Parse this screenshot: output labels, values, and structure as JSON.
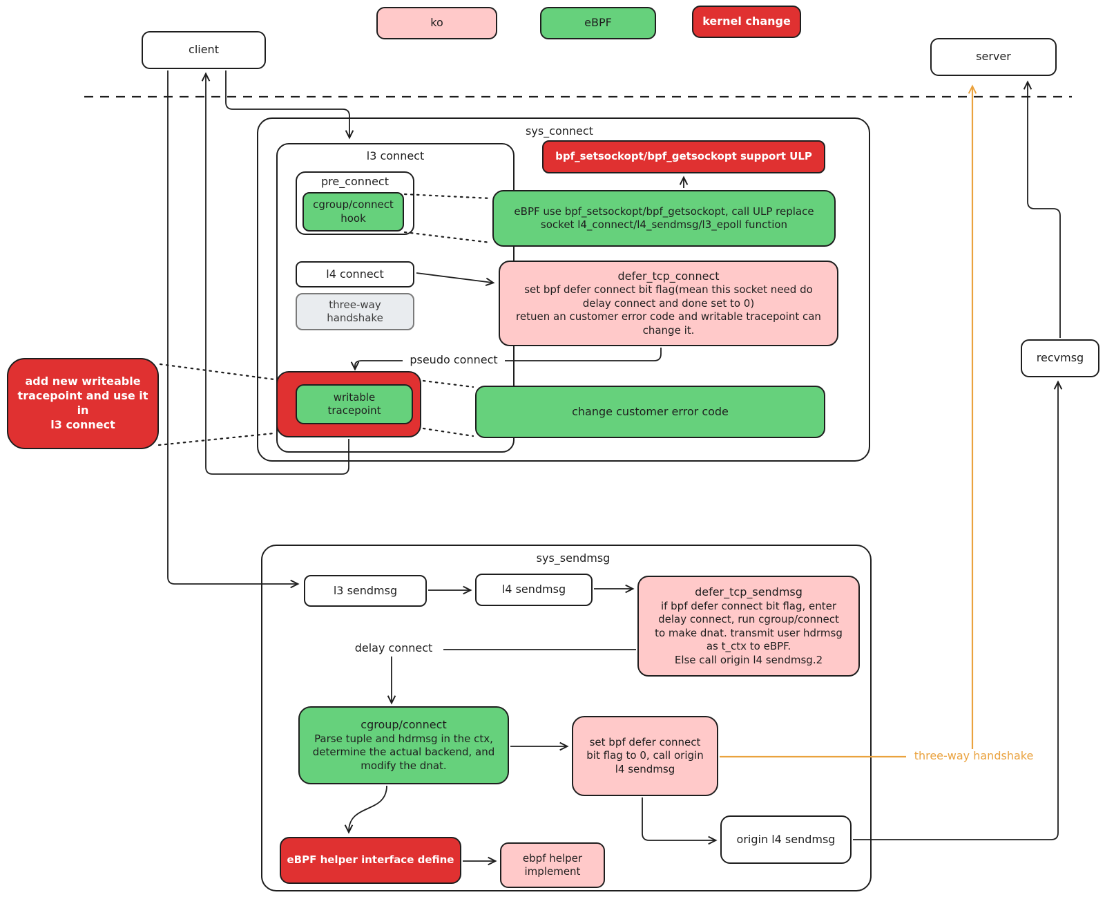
{
  "colors": {
    "ink": "#1e1e1e",
    "pink": "#ffc9c9",
    "green": "#66d17c",
    "red": "#e03131",
    "gray": "#e9ecef",
    "orange": "#eaa23e"
  },
  "legend": {
    "items": [
      {
        "label": "ko"
      },
      {
        "label": "eBPF"
      },
      {
        "label": "kernel change"
      }
    ]
  },
  "nodes": {
    "client": "client",
    "server": "server",
    "recvmsg": "recvmsg"
  },
  "sys_connect": {
    "title": "sys_connect",
    "l3_connect_title": "l3 connect",
    "pre_connect_title": "pre_connect",
    "cgroup_connect_hook": "cgroup/connect\nhook",
    "l4_connect": "l4 connect",
    "three_way_handshake": "three-way\nhandshake",
    "writable_tracepoint": "writable\ntracepoint",
    "bpf_sockopt_support": "bpf_setsockopt/bpf_getsockopt support ULP",
    "ebpf_use_note": "eBPF use bpf_setsockopt/bpf_getsockopt, call ULP replace\nsocket l4_connect/l4_sendmsg/l3_epoll function",
    "defer_tcp_connect_title": "defer_tcp_connect",
    "defer_tcp_connect_body": "set bpf defer connect bit flag(mean this socket need do\ndelay connect and done set to 0)\nretuen an customer error code and writable tracepoint can\nchange it.",
    "pseudo_connect_label": "pseudo connect",
    "change_customer_error": "change customer error code"
  },
  "annotation": {
    "add_writeable": "add new writeable\ntracepoint and use it in\nl3 connect",
    "three_way_handshake_label": "three-way handshake"
  },
  "sys_sendmsg": {
    "title": "sys_sendmsg",
    "l3_sendmsg": "l3 sendmsg",
    "l4_sendmsg": "l4 sendmsg",
    "defer_tcp_sendmsg_title": "defer_tcp_sendmsg",
    "defer_tcp_sendmsg_body": "if bpf defer connect bit flag, enter\ndelay connect, run cgroup/connect\nto make dnat. transmit user hdrmsg\nas t_ctx to eBPF.\nElse call origin l4 sendmsg.2",
    "delay_connect_label": "delay connect",
    "cgroup_connect_title": "cgroup/connect",
    "cgroup_connect_body": "Parse tuple and hdrmsg in the ctx,\ndetermine the actual backend, and\nmodify the dnat.",
    "set_bpf_defer": "set bpf defer connect\nbit flag to 0, call origin\nl4 sendmsg",
    "origin_l4_sendmsg": "origin l4 sendmsg",
    "ebpf_helper_define": "eBPF helper interface define",
    "ebpf_helper_implement": "ebpf helper\nimplement"
  }
}
